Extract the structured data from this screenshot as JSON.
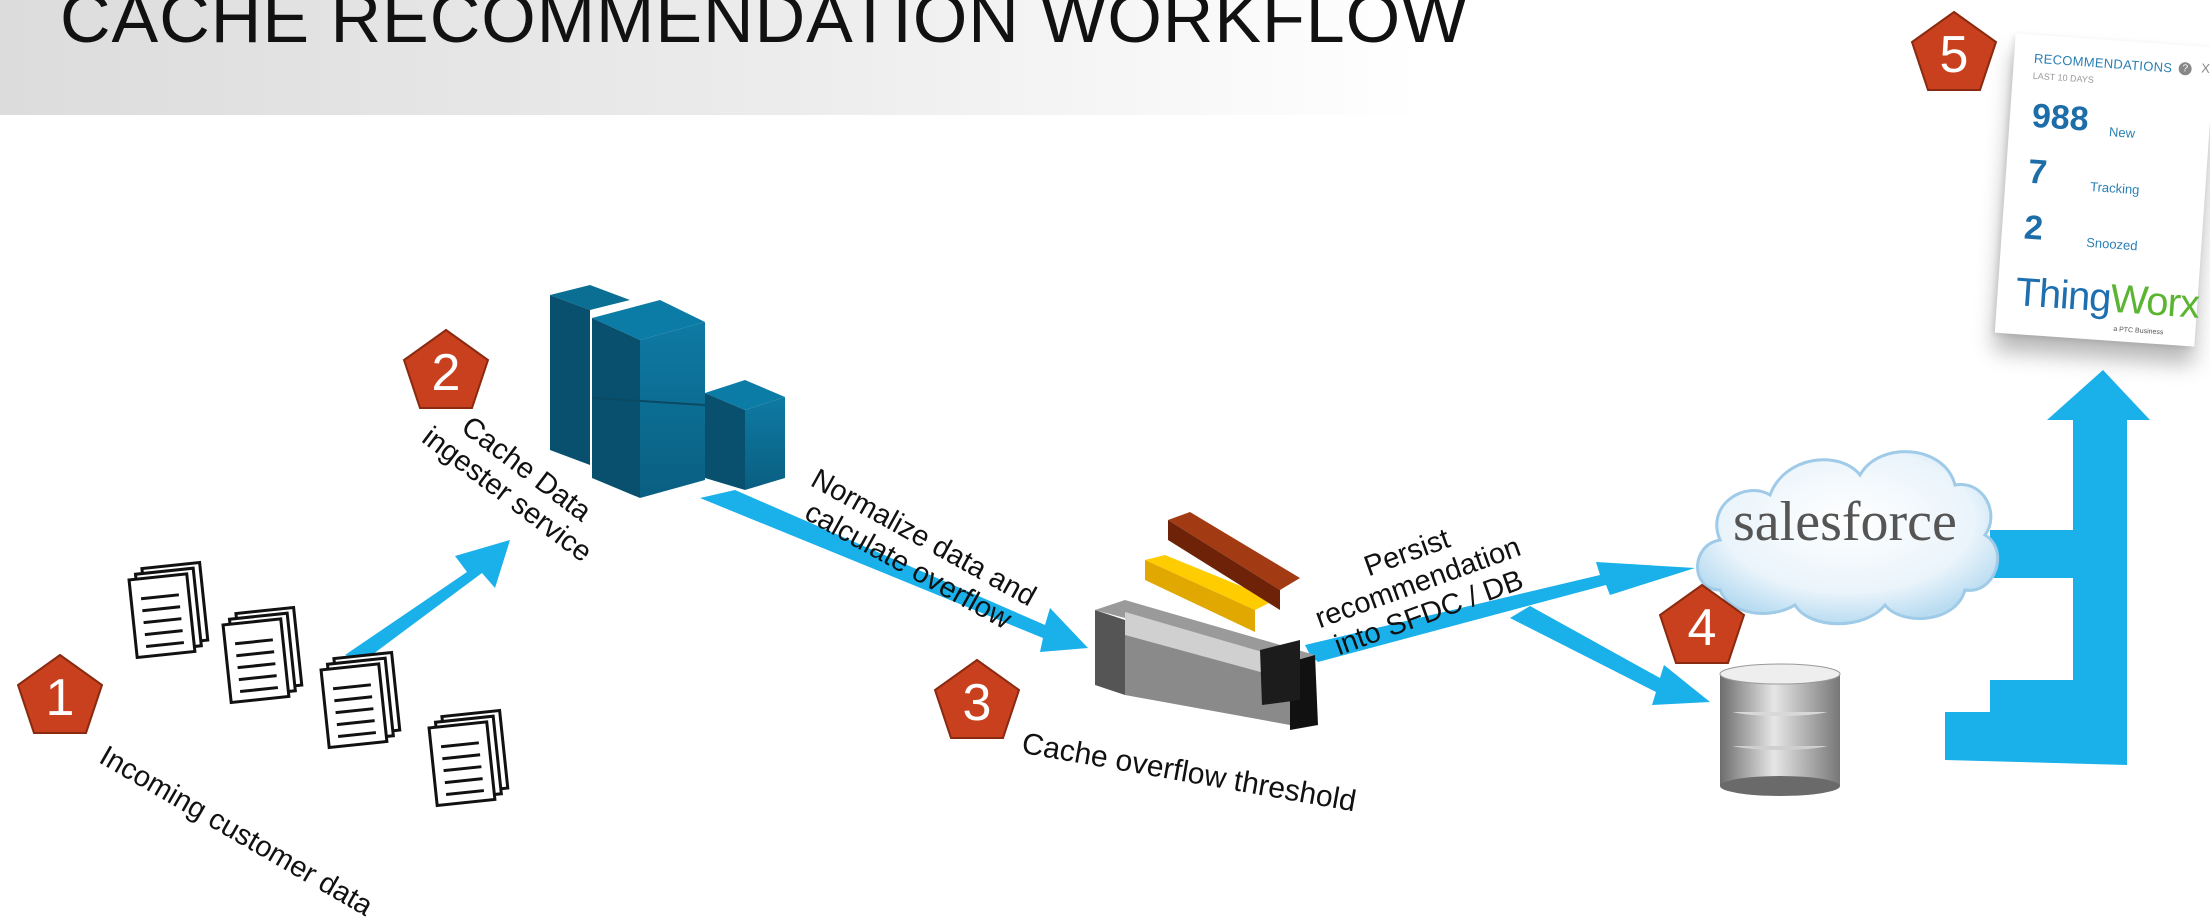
{
  "title": "CACHE RECOMMENDATION WORKFLOW",
  "steps": [
    {
      "number": "1",
      "label": "Incoming customer data"
    },
    {
      "number": "2",
      "label_line1": "Cache Data",
      "label_line2": "ingester service"
    },
    {
      "number": "3",
      "label": "Cache overflow threshold"
    },
    {
      "number": "4"
    },
    {
      "number": "5"
    }
  ],
  "flow_labels": {
    "normalize_line1": "Normalize data and",
    "normalize_line2": "calculate overflow",
    "persist_line1": "Persist",
    "persist_line2": "recommendation",
    "persist_line3": "into SFDC / DB"
  },
  "salesforce_logo": "salesforce",
  "recommendations_card": {
    "header": "RECOMMENDATIONS",
    "subheader": "LAST 10 DAYS",
    "help_icon": "?",
    "close_icon": "X",
    "metrics": [
      {
        "value": "988",
        "label": "New"
      },
      {
        "value": "7",
        "label": "Tracking"
      },
      {
        "value": "2",
        "label": "Snoozed"
      }
    ],
    "logo_part1": "Thing",
    "logo_part2": "Worx",
    "logo_tagline": "a PTC Business"
  },
  "colors": {
    "badge": "#c8401e",
    "arrow": "#1ab0ea",
    "cube": "#0a6d93",
    "title_band": "#e2e2e2"
  }
}
